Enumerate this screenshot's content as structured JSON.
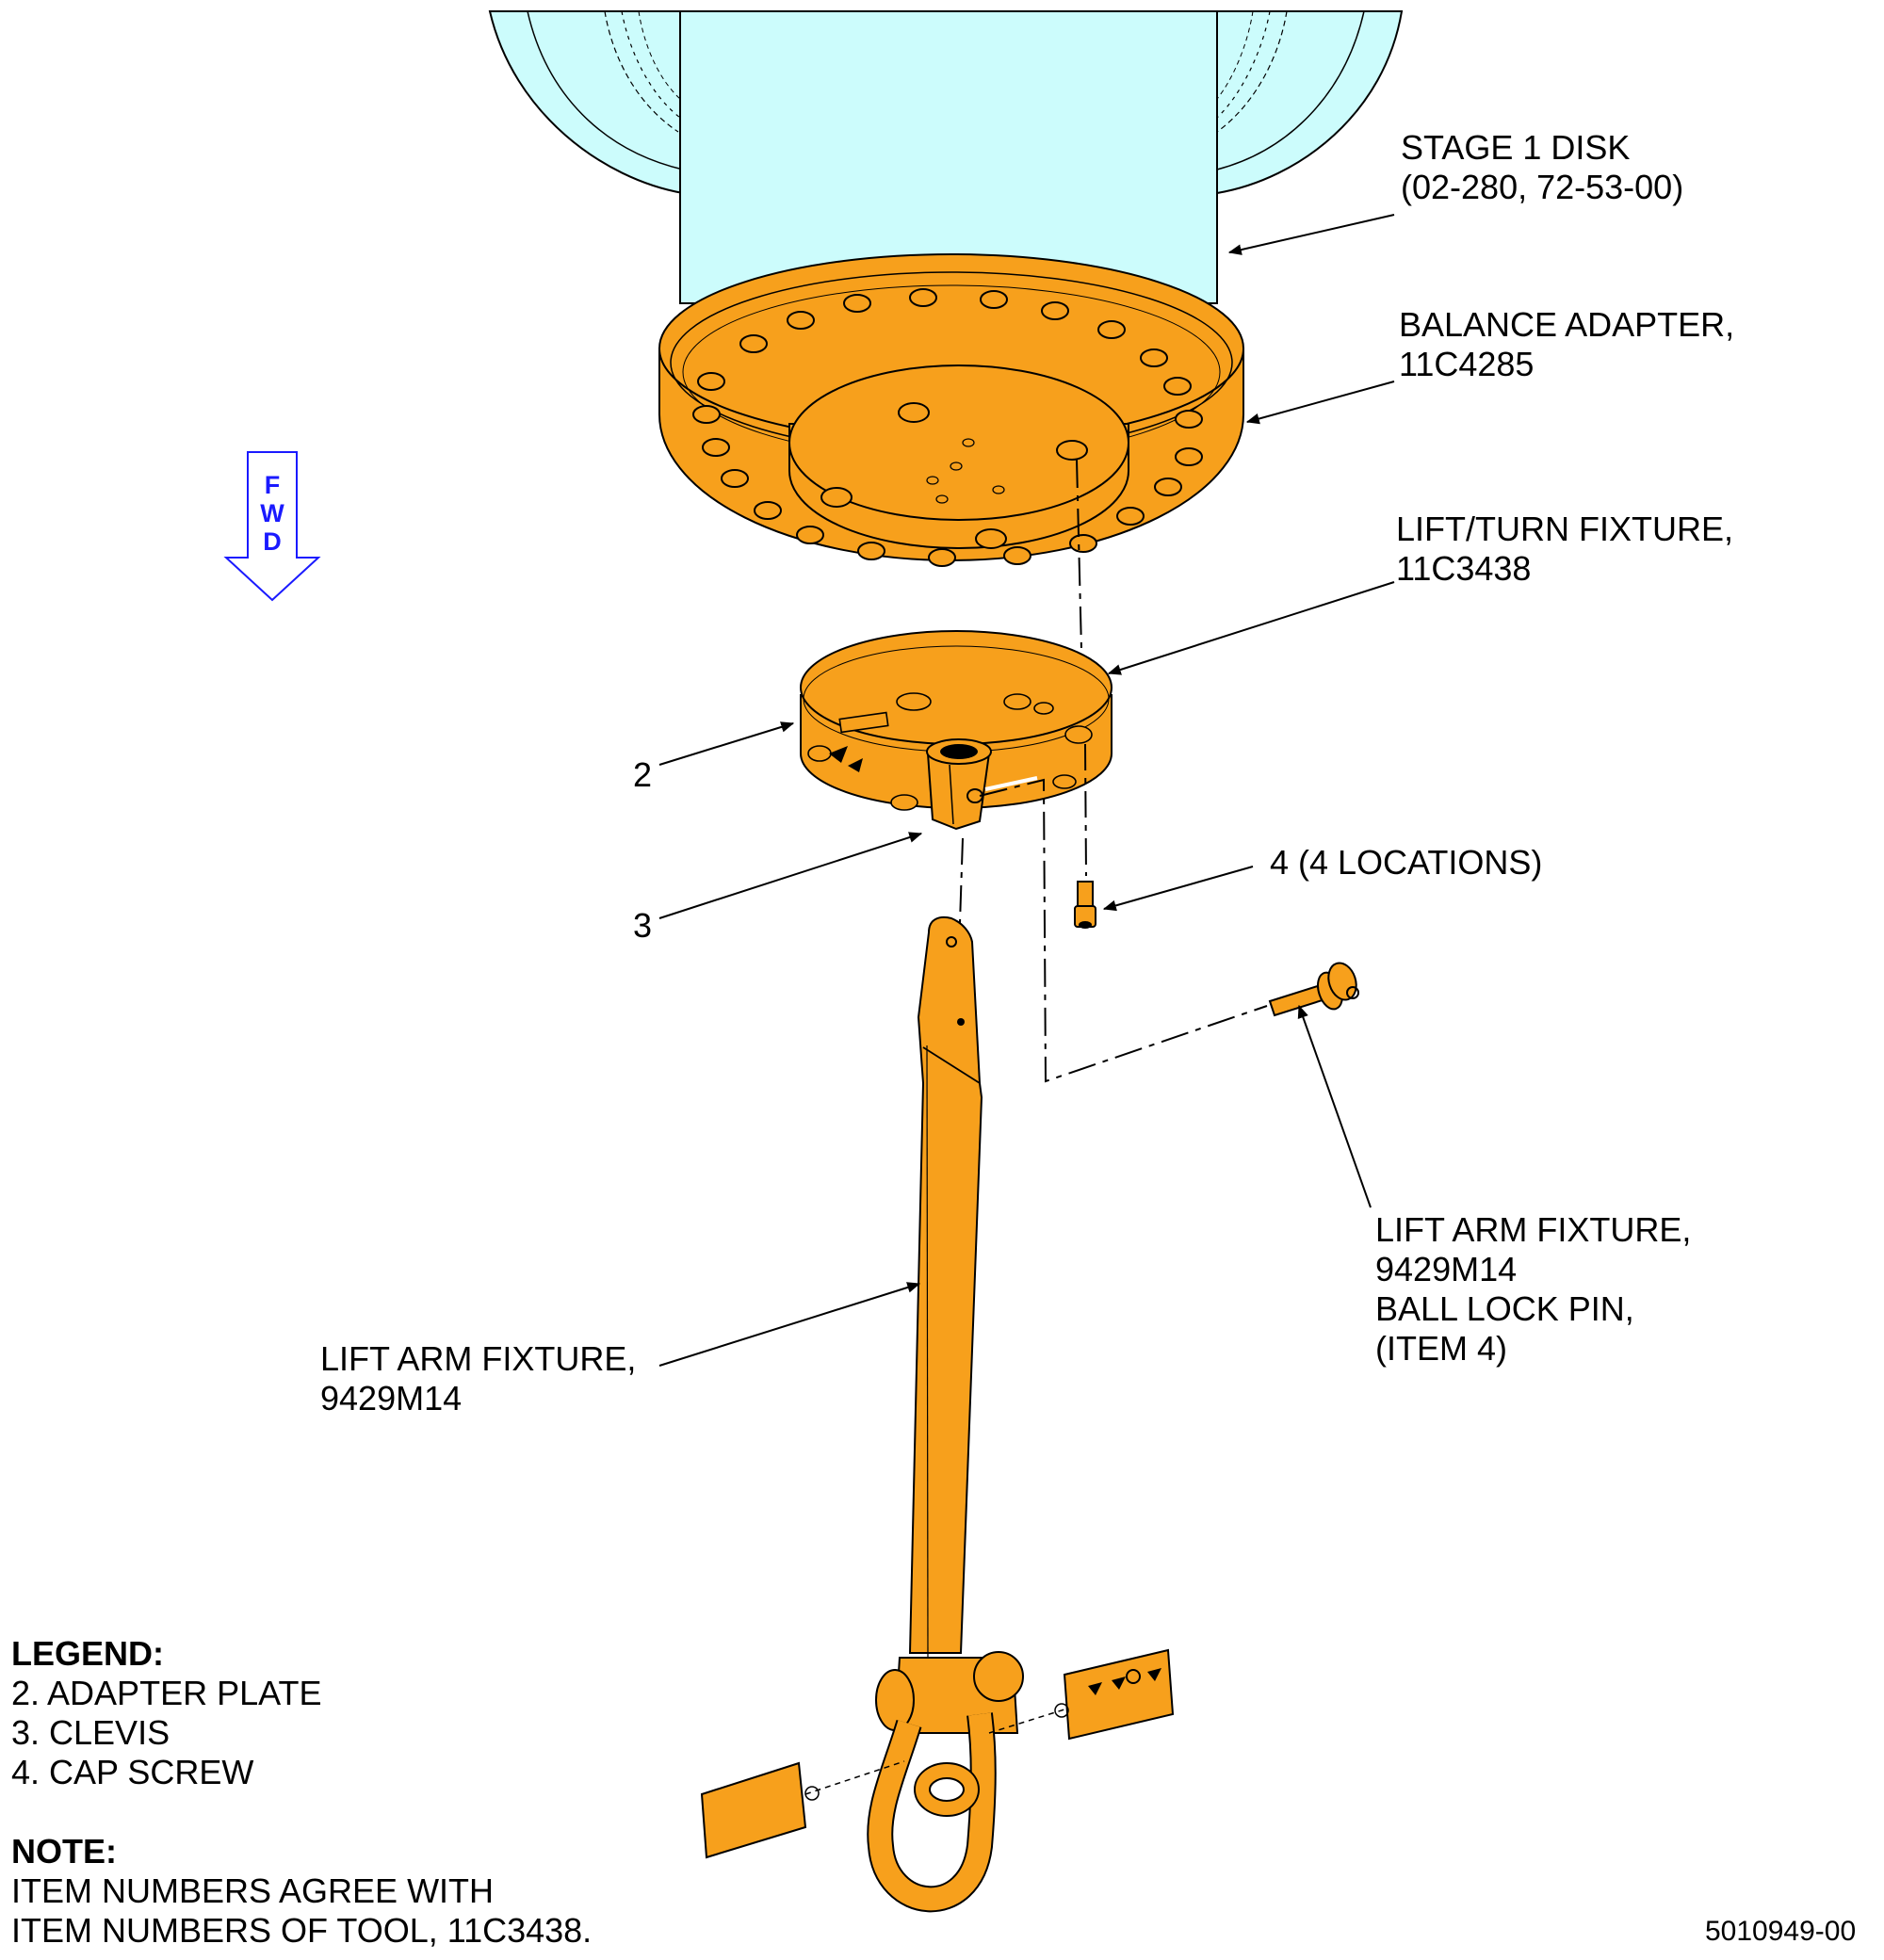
{
  "callouts": {
    "stage1_disk": [
      "STAGE 1 DISK",
      "(02-280, 72-53-00)"
    ],
    "balance_adapter": [
      "BALANCE ADAPTER,",
      "11C4285"
    ],
    "lift_turn_fixture": [
      "LIFT/TURN FIXTURE,",
      "11C3438"
    ],
    "item2": "2",
    "item3": "3",
    "item4": "4 (4 LOCATIONS)",
    "ball_lock_pin": [
      "LIFT ARM FIXTURE,",
      "9429M14",
      "BALL LOCK PIN,",
      "(ITEM 4)"
    ],
    "lift_arm_fixture": [
      "LIFT ARM FIXTURE,",
      "9429M14"
    ]
  },
  "fwd_arrow": {
    "letters": [
      "F",
      "W",
      "D"
    ],
    "color": "#1a1aff"
  },
  "legend": {
    "title": "LEGEND:",
    "items": [
      "2. ADAPTER PLATE",
      "3. CLEVIS",
      "4. CAP SCREW"
    ]
  },
  "note": {
    "title": "NOTE:",
    "lines": [
      "ITEM NUMBERS AGREE WITH",
      "ITEM NUMBERS OF TOOL, 11C3438."
    ]
  },
  "figure_id": "5010949-00",
  "colors": {
    "part_orange": "#f7a01c",
    "disk_cyan": "#ccfcfc",
    "outline": "#000000",
    "fwd_blue": "#1a1aff"
  }
}
